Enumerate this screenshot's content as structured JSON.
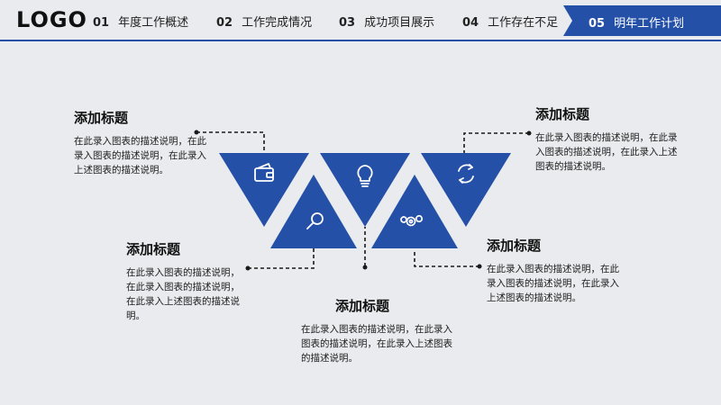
{
  "header": {
    "logo": "LOGO",
    "nav": [
      {
        "num": "01",
        "label": "年度工作概述"
      },
      {
        "num": "02",
        "label": "工作完成情况"
      },
      {
        "num": "03",
        "label": "成功项目展示"
      },
      {
        "num": "04",
        "label": "工作存在不足"
      },
      {
        "num": "05",
        "label": "明年工作计划"
      }
    ]
  },
  "colors": {
    "accent": "#2450a8",
    "background": "#e9ebee"
  },
  "blocks": [
    {
      "title": "添加标题",
      "desc": "在此录入图表的描述说明，在此录入图表的描述说明，在此录入上述图表的描述说明。"
    },
    {
      "title": "添加标题",
      "desc": "在此录入图表的描述说明，在此录入图表的描述说明，在此录入上述图表的描述说明。"
    },
    {
      "title": "添加标题",
      "desc": "在此录入图表的描述说明，在此录入图表的描述说明，在此录入上述图表的描述说明。"
    },
    {
      "title": "添加标题",
      "desc": "在此录入图表的描述说明，在此录入图表的描述说明，在此录入上述图表的描述说明。"
    },
    {
      "title": "添加标题",
      "desc": "在此录入图表的描述说明，在此录入图表的描述说明，在此录入上述图表的描述说明。"
    }
  ],
  "icons": [
    "wallet-icon",
    "search-icon",
    "lightbulb-icon",
    "gears-icon",
    "refresh-icon"
  ]
}
